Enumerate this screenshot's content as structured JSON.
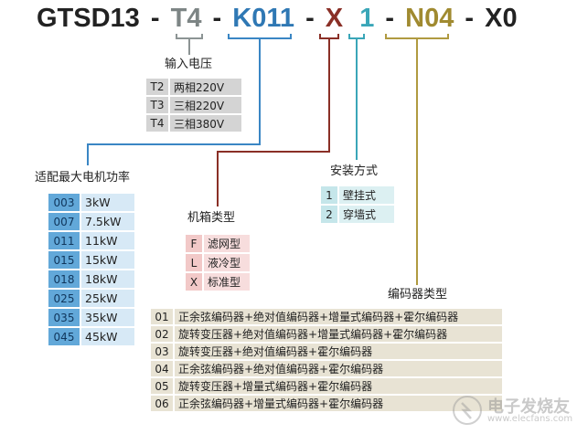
{
  "header": {
    "segments": [
      {
        "id": "base",
        "text": "GTSD13",
        "color": "#222222"
      },
      {
        "id": "sep1",
        "text": "-",
        "color": "#222222"
      },
      {
        "id": "voltage",
        "text": "T4",
        "color": "#7d8585"
      },
      {
        "id": "sep2",
        "text": "-",
        "color": "#222222"
      },
      {
        "id": "power",
        "text": "K011",
        "color": "#2f78b4"
      },
      {
        "id": "sep3",
        "text": "-",
        "color": "#222222"
      },
      {
        "id": "chassis",
        "text": "X",
        "color": "#8a2f26"
      },
      {
        "id": "install",
        "text": "1",
        "color": "#3aa6b8"
      },
      {
        "id": "sep4",
        "text": "-",
        "color": "#222222"
      },
      {
        "id": "encoder",
        "text": "N04",
        "color": "#a08a30"
      },
      {
        "id": "sep5",
        "text": "-",
        "color": "#222222"
      },
      {
        "id": "suffix",
        "text": "X0",
        "color": "#222222"
      }
    ]
  },
  "voltage": {
    "title": "输入电压",
    "rows": [
      {
        "code": "T2",
        "value": "两相220V"
      },
      {
        "code": "T3",
        "value": "三相220V"
      },
      {
        "code": "T4",
        "value": "三相380V"
      }
    ]
  },
  "power": {
    "title": "适配最大电机功率",
    "rows": [
      {
        "code": "003",
        "value": "3kW"
      },
      {
        "code": "007",
        "value": "7.5kW"
      },
      {
        "code": "011",
        "value": "11kW"
      },
      {
        "code": "015",
        "value": "15kW"
      },
      {
        "code": "018",
        "value": "18kW"
      },
      {
        "code": "025",
        "value": "25kW"
      },
      {
        "code": "035",
        "value": "35kW"
      },
      {
        "code": "045",
        "value": "45kW"
      }
    ]
  },
  "chassis": {
    "title": "机箱类型",
    "rows": [
      {
        "code": "F",
        "value": "滤网型"
      },
      {
        "code": "L",
        "value": "液冷型"
      },
      {
        "code": "X",
        "value": "标准型"
      }
    ]
  },
  "install": {
    "title": "安装方式",
    "rows": [
      {
        "code": "1",
        "value": "壁挂式"
      },
      {
        "code": "2",
        "value": "穿墙式"
      }
    ]
  },
  "encoder": {
    "title": "编码器类型",
    "rows": [
      {
        "code": "01",
        "value": "正余弦编码器+绝对值编码器+增量式编码器+霍尔编码器"
      },
      {
        "code": "02",
        "value": "旋转变压器+绝对值编码器+增量式编码器+霍尔编码器"
      },
      {
        "code": "03",
        "value": "旋转变压器+绝对值编码器+霍尔编码器"
      },
      {
        "code": "04",
        "value": "正余弦编码器+绝对值编码器+霍尔编码器"
      },
      {
        "code": "05",
        "value": "旋转变压器+增量式编码器+霍尔编码器"
      },
      {
        "code": "06",
        "value": "正余弦编码器+增量式编码器+霍尔编码器"
      }
    ]
  },
  "watermark": {
    "text": "电子发烧友",
    "url_text": "www.elecfans.com",
    "icon": "elecfans-logo-icon"
  }
}
